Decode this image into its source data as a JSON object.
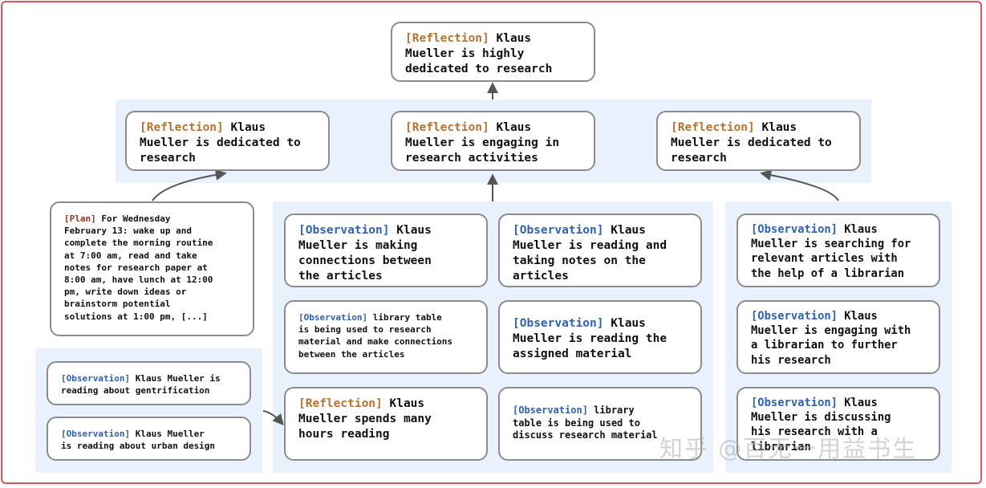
{
  "cards": {
    "top": {
      "tag": "[Reflection]",
      "text": " Klaus\nMueller is highly\ndedicated to research"
    },
    "ref_left": {
      "tag": "[Reflection]",
      "text": " Klaus\nMueller is dedicated to\nresearch"
    },
    "ref_mid": {
      "tag": "[Reflection]",
      "text": " Klaus\nMueller is engaging in\nresearch activities"
    },
    "ref_right": {
      "tag": "[Reflection]",
      "text": " Klaus\nMueller is dedicated to\nresearch"
    },
    "plan": {
      "tag": "[Plan]",
      "text": " For Wednesday\nFebruary 13: wake up and\ncomplete the morning routine\nat 7:00 am, read and take\nnotes for research paper at\n8:00 am, have lunch at 12:00\npm, write down ideas or\nbrainstorm potential\nsolutions at 1:00 pm, [...]"
    },
    "obs_gent": {
      "tag": "[Observation]",
      "text": " Klaus Mueller is\nreading about gentrification"
    },
    "obs_urban": {
      "tag": "[Observation]",
      "text": " Klaus Mueller\nis reading about urban design"
    },
    "obs_connections": {
      "tag": "[Observation]",
      "text": " Klaus\nMueller is making\nconnections between\nthe articles"
    },
    "obs_library_table": {
      "tag": "[Observation]",
      "text": " library table\nis being used to research\nmaterial and make connections\nbetween the articles"
    },
    "ref_hours": {
      "tag": "[Reflection]",
      "text": " Klaus\nMueller spends many\nhours reading"
    },
    "obs_notes": {
      "tag": "[Observation]",
      "text": " Klaus\nMueller is reading and\ntaking notes on the\narticles"
    },
    "obs_assigned": {
      "tag": "[Observation]",
      "text": " Klaus\nMueller is reading the\nassigned material"
    },
    "obs_discuss_table": {
      "tag": "[Observation]",
      "text": " library\ntable is being used to\ndiscuss research material"
    },
    "obs_searching": {
      "tag": "[Observation]",
      "text": " Klaus\nMueller is searching for\nrelevant articles with\nthe help of a librarian"
    },
    "obs_librarian": {
      "tag": "[Observation]",
      "text": " Klaus\nMueller is engaging with\na librarian to further\nhis research"
    },
    "obs_discussing": {
      "tag": "[Observation]",
      "text": " Klaus\nMueller is discussing\nhis research with a\nlibrarian"
    }
  },
  "watermark": "知乎 @百无一用益书生",
  "colors": {
    "reflection_tag": "#b8732f",
    "observation_tag": "#2f62b0",
    "plan_tag": "#8a3a24",
    "panel": "#e8f1fc",
    "card_border": "#8c8c8c",
    "arrow": "#555555",
    "frame": "#d9555f"
  }
}
